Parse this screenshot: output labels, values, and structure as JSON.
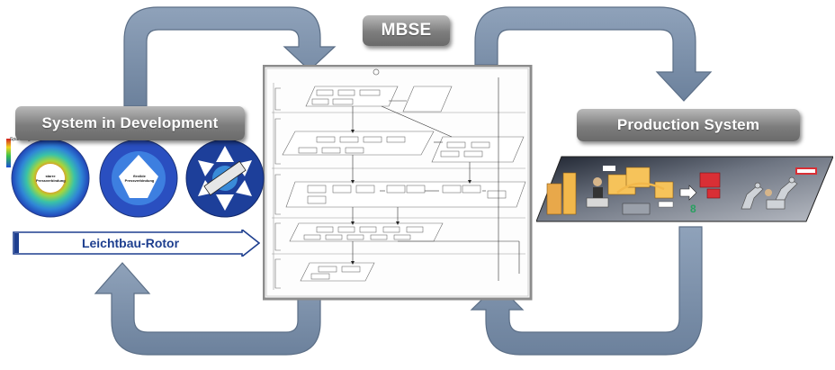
{
  "labels": {
    "mbse": "MBSE",
    "system_in_development": "System in Development",
    "production_system": "Production System"
  },
  "development": {
    "legend_title": "Spannungen",
    "rotor_banner": "Leichtbau-Rotor",
    "rotor_captions": [
      "starre Pressverbindung",
      "flexible Pressverbindung",
      ""
    ]
  },
  "colors": {
    "arrow_fill": "#7a8ea8",
    "arrow_edge": "#5c6f87",
    "label_bg": "#8a8a8a",
    "rotor_blue": "#1d3f9a",
    "box_yellow": "#f2b84b",
    "box_red": "#d92f35"
  },
  "icons": [
    "mbse-diagram-panel",
    "rotor-stress-plot",
    "production-line-illustration",
    "cycle-arrow"
  ]
}
